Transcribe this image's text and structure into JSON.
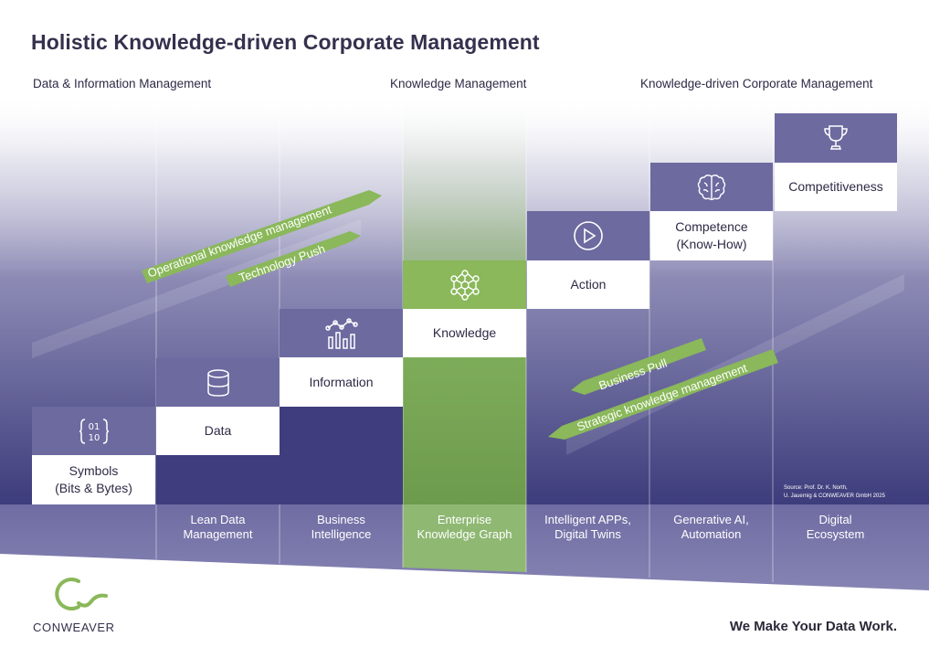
{
  "title": "Holistic Knowledge-driven Corporate Management",
  "sections": [
    "Data & Information Management",
    "Knowledge Management",
    "Knowledge-driven Corporate Management"
  ],
  "steps": [
    {
      "label": "Symbols (Bits & Bytes)",
      "line1": "Symbols",
      "line2": "(Bits & Bytes)",
      "icon": "binary-code-icon"
    },
    {
      "label": "Data",
      "line1": "Data",
      "line2": "",
      "icon": "database-icon"
    },
    {
      "label": "Information",
      "line1": "Information",
      "line2": "",
      "icon": "bar-chart-icon"
    },
    {
      "label": "Knowledge",
      "line1": "Knowledge",
      "line2": "",
      "icon": "network-graph-icon"
    },
    {
      "label": "Action",
      "line1": "Action",
      "line2": "",
      "icon": "play-icon"
    },
    {
      "label": "Competence (Know-How)",
      "line1": "Competence",
      "line2": "(Know-How)",
      "icon": "brain-icon"
    },
    {
      "label": "Competitiveness",
      "line1": "Competitiveness",
      "line2": "",
      "icon": "trophy-icon"
    }
  ],
  "technologies": [
    {
      "line1": "",
      "line2": ""
    },
    {
      "line1": "Lean Data",
      "line2": "Management"
    },
    {
      "line1": "Business",
      "line2": "Intelligence"
    },
    {
      "line1": "Enterprise",
      "line2": "Knowledge Graph"
    },
    {
      "line1": "Intelligent APPs,",
      "line2": "Digital Twins"
    },
    {
      "line1": "Generative AI,",
      "line2": "Automation"
    },
    {
      "line1": "Digital",
      "line2": "Ecosystem"
    }
  ],
  "arrows": {
    "operational": "Operational knowledge management",
    "tech_push": "Technology Push",
    "business_pull": "Business Pull",
    "strategic": "Strategic knowledge management"
  },
  "source": {
    "line1": "Source: Prof. Dr. K. North,",
    "line2": "U. Jauernig & CONWEAVER GmbH 2025"
  },
  "brand": "CONWEAVER",
  "tagline": "We Make Your Data Work.",
  "colors": {
    "purple_dark": "#3b3a7a",
    "purple_box": "#6d6aa0",
    "green": "#8ab85a",
    "green_dark": "#6f9e4c",
    "text_dark": "#35304d"
  }
}
